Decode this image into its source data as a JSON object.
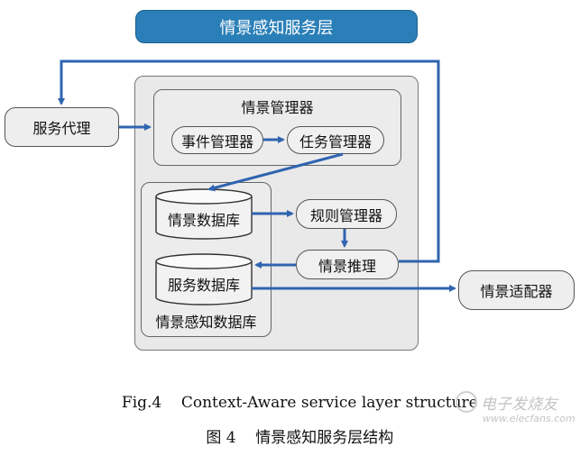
{
  "diagram": {
    "title": "情景感知服务层",
    "service_agent": "服务代理",
    "context_manager": "情景管理器",
    "event_manager": "事件管理器",
    "task_manager": "任务管理器",
    "context_db": "情景数据库",
    "service_db": "服务数据库",
    "context_aware_db": "情景感知数据库",
    "rule_manager": "规则管理器",
    "context_reasoning": "情景推理",
    "context_adapter": "情景适配器"
  },
  "caption": {
    "english": "Fig.4    Context-Aware service layer structure",
    "chinese": "图 4    情景感知服务层结构"
  },
  "watermark": {
    "brand": "电子发烧友",
    "url": "www.elecfans.com"
  },
  "colors": {
    "arrow": "#2f64b0",
    "title_fill": "#2a7fb8"
  }
}
